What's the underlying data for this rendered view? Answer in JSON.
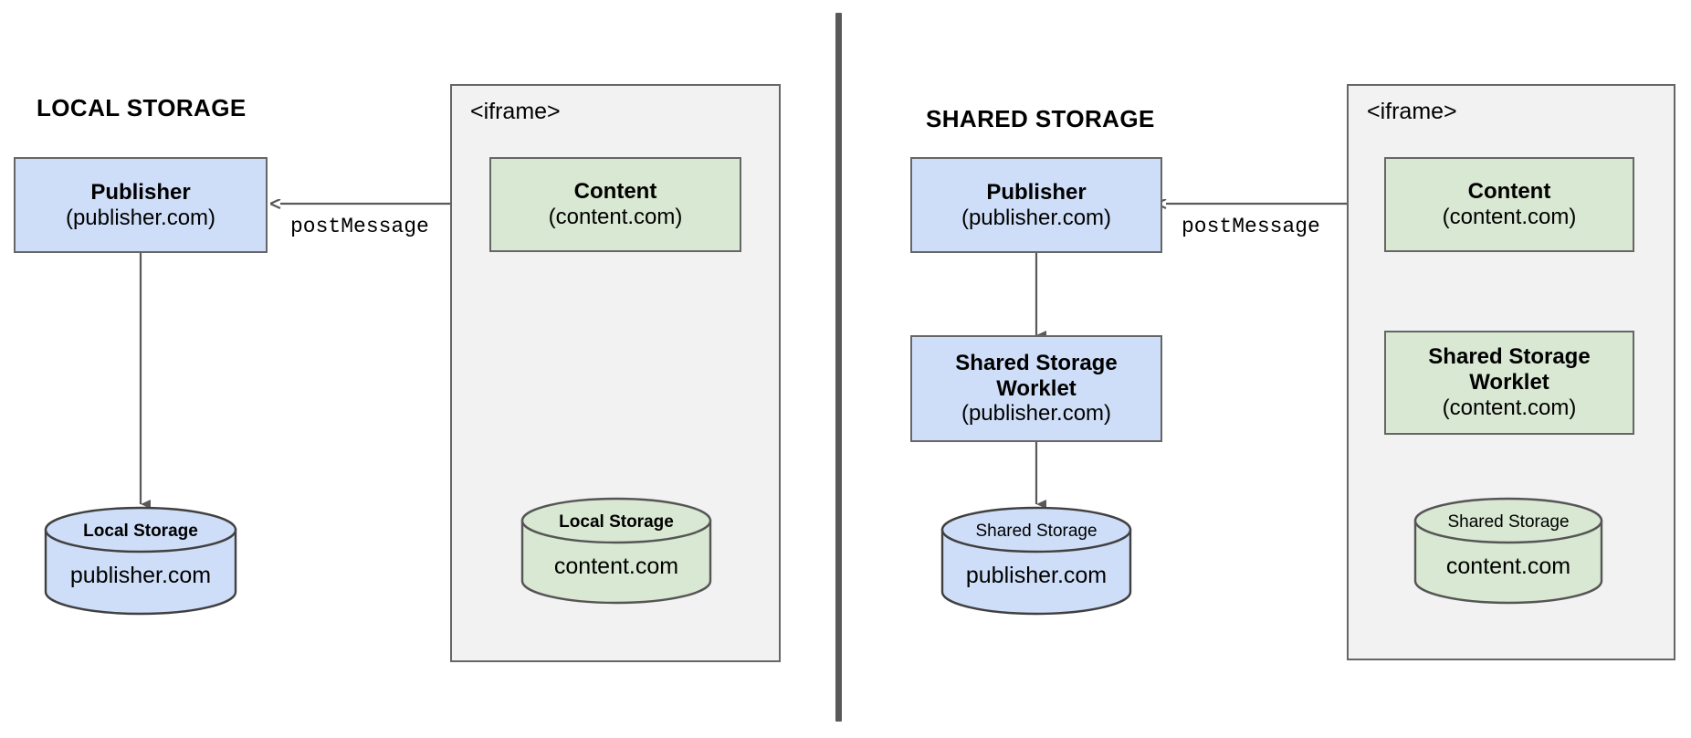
{
  "diagram": {
    "title_left": "LOCAL STORAGE",
    "title_right": "SHARED STORAGE",
    "iframe_label": "<iframe>",
    "colors": {
      "blue_fill": "#cfdef8",
      "green_fill": "#d9e8d2",
      "stroke": "#666666",
      "iframe_fill": "#f2f2f2",
      "divider": "#595959"
    }
  },
  "left_panel": {
    "publisher": {
      "title": "Publisher",
      "sub": "(publisher.com)"
    },
    "content": {
      "title": "Content",
      "sub": "(content.com)"
    },
    "publisher_store": {
      "top": "Local Storage",
      "body": "publisher.com"
    },
    "content_store": {
      "top": "Local Storage",
      "body": "content.com"
    },
    "wire_label": "postMessage"
  },
  "right_panel": {
    "publisher": {
      "title": "Publisher",
      "sub": "(publisher.com)"
    },
    "content": {
      "title": "Content",
      "sub": "(content.com)"
    },
    "publisher_worklet": {
      "title_line1": "Shared Storage",
      "title_line2": "Worklet",
      "sub": "(publisher.com)"
    },
    "content_worklet": {
      "title_line1": "Shared Storage",
      "title_line2": "Worklet",
      "sub": "(content.com)"
    },
    "publisher_store": {
      "top": "Shared Storage",
      "body": "publisher.com"
    },
    "content_store": {
      "top": "Shared Storage",
      "body": "content.com"
    },
    "wire_label": "postMessage"
  }
}
